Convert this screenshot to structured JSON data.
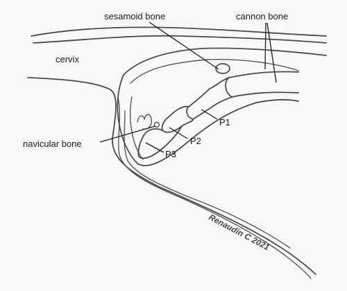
{
  "labels": {
    "sesamoid": "sesamoid bone",
    "cannon": "cannon bone",
    "cervix": "cervix",
    "p1": "P1",
    "navicular": "navicular bone",
    "p2": "P2",
    "p3": "P3"
  },
  "signature": "Renaudin C 2021",
  "colors": {
    "background": "#f8f8f7",
    "ink": "#4a4a4a",
    "text": "#1a1a1a"
  }
}
